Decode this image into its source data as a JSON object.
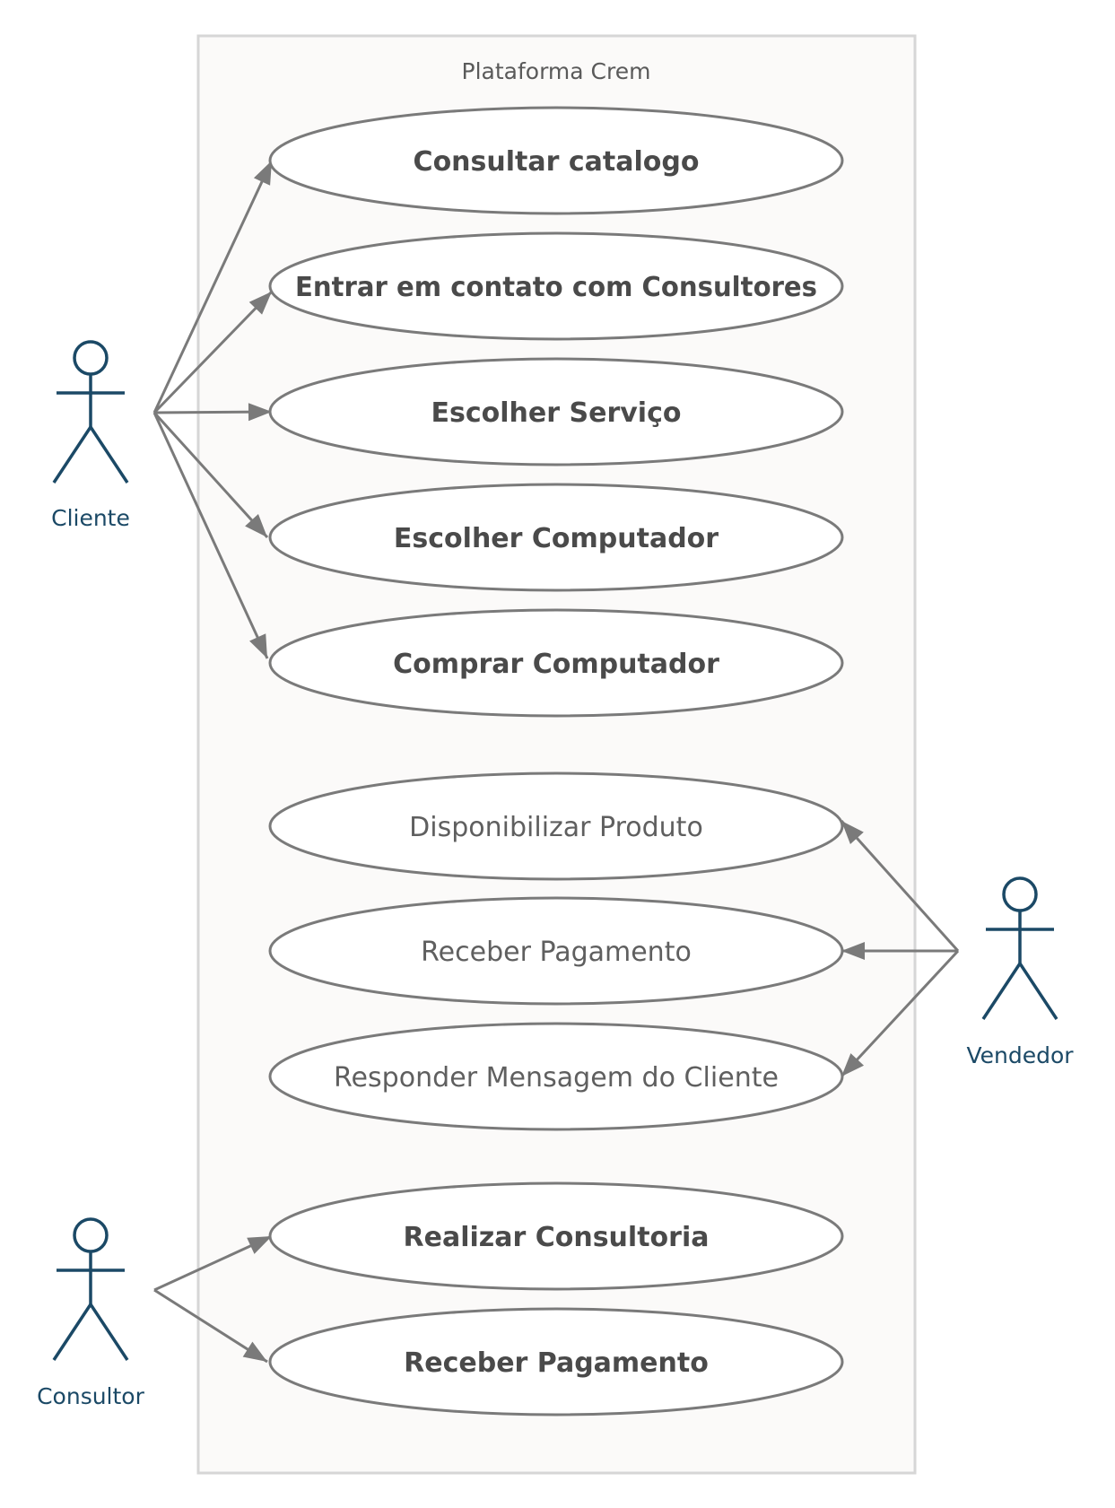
{
  "system": {
    "title": "Plataforma Crem"
  },
  "actors": [
    {
      "id": "cliente",
      "label": "Cliente"
    },
    {
      "id": "vendedor",
      "label": "Vendedor"
    },
    {
      "id": "consultor",
      "label": "Consultor"
    }
  ],
  "use_cases": [
    {
      "id": "uc1",
      "label": "Consultar catalogo"
    },
    {
      "id": "uc2",
      "label": "Entrar em contato com Consultores"
    },
    {
      "id": "uc3",
      "label": "Escolher Serviço"
    },
    {
      "id": "uc4",
      "label": "Escolher Computador"
    },
    {
      "id": "uc5",
      "label": "Comprar Computador"
    },
    {
      "id": "uc6",
      "label": "Disponibilizar Produto"
    },
    {
      "id": "uc7",
      "label": "Receber Pagamento"
    },
    {
      "id": "uc8",
      "label": "Responder Mensagem do Cliente"
    },
    {
      "id": "uc9",
      "label": "Realizar Consultoria"
    },
    {
      "id": "uc10",
      "label": "Receber Pagamento"
    }
  ],
  "associations": [
    {
      "from": "cliente",
      "to": "uc1"
    },
    {
      "from": "cliente",
      "to": "uc2"
    },
    {
      "from": "cliente",
      "to": "uc3"
    },
    {
      "from": "cliente",
      "to": "uc4"
    },
    {
      "from": "cliente",
      "to": "uc5"
    },
    {
      "from": "vendedor",
      "to": "uc6"
    },
    {
      "from": "vendedor",
      "to": "uc7"
    },
    {
      "from": "vendedor",
      "to": "uc8"
    },
    {
      "from": "consultor",
      "to": "uc9"
    },
    {
      "from": "consultor",
      "to": "uc10"
    }
  ]
}
